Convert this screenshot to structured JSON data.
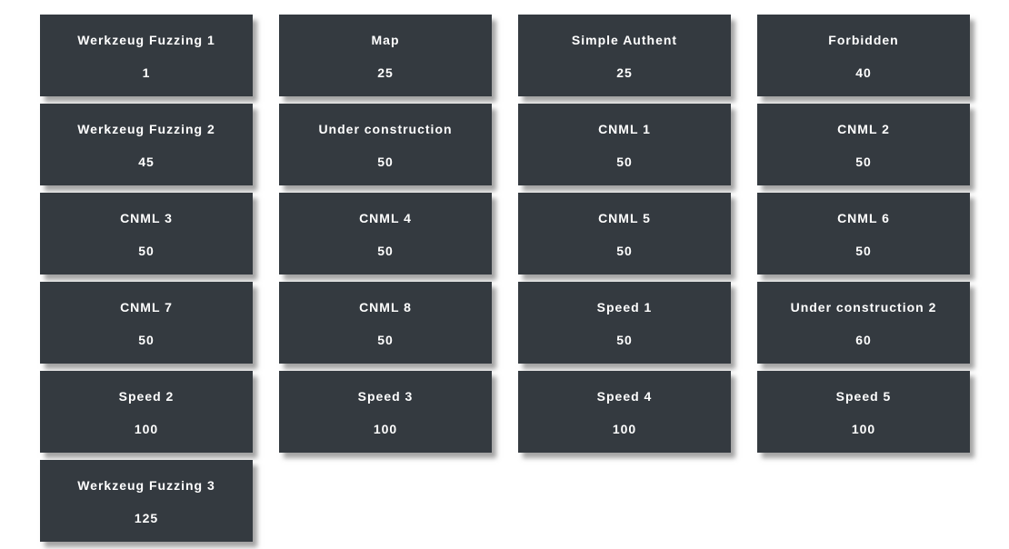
{
  "theme": {
    "page_background": "#ffffff",
    "card_background": "#343a40",
    "card_text_color": "#ffffff"
  },
  "board": {
    "columns": 4,
    "cards": [
      {
        "title": "Werkzeug Fuzzing 1",
        "points": "1"
      },
      {
        "title": "Map",
        "points": "25"
      },
      {
        "title": "Simple Authent",
        "points": "25"
      },
      {
        "title": "Forbidden",
        "points": "40"
      },
      {
        "title": "Werkzeug Fuzzing 2",
        "points": "45"
      },
      {
        "title": "Under construction",
        "points": "50"
      },
      {
        "title": "CNML 1",
        "points": "50"
      },
      {
        "title": "CNML 2",
        "points": "50"
      },
      {
        "title": "CNML 3",
        "points": "50"
      },
      {
        "title": "CNML 4",
        "points": "50"
      },
      {
        "title": "CNML 5",
        "points": "50"
      },
      {
        "title": "CNML 6",
        "points": "50"
      },
      {
        "title": "CNML 7",
        "points": "50"
      },
      {
        "title": "CNML 8",
        "points": "50"
      },
      {
        "title": "Speed 1",
        "points": "50"
      },
      {
        "title": "Under construction 2",
        "points": "60"
      },
      {
        "title": "Speed 2",
        "points": "100"
      },
      {
        "title": "Speed 3",
        "points": "100"
      },
      {
        "title": "Speed 4",
        "points": "100"
      },
      {
        "title": "Speed 5",
        "points": "100"
      },
      {
        "title": "Werkzeug Fuzzing 3",
        "points": "125"
      }
    ]
  }
}
